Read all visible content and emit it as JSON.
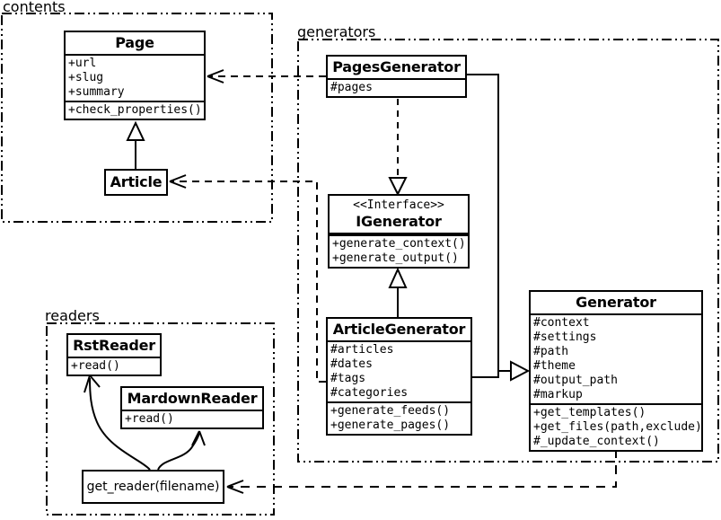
{
  "packages": {
    "contents": {
      "label": "contents"
    },
    "generators": {
      "label": "generators"
    },
    "readers": {
      "label": "readers"
    }
  },
  "classes": {
    "page": {
      "title": "Page",
      "attributes": [
        "+url",
        "+slug",
        "+summary"
      ],
      "methods": [
        "+check_properties()"
      ]
    },
    "article": {
      "title": "Article"
    },
    "pages_generator": {
      "title": "PagesGenerator",
      "attributes": [
        "#pages"
      ]
    },
    "igenerator": {
      "stereotype": "<<Interface>>",
      "title": "IGenerator",
      "methods": [
        "+generate_context()",
        "+generate_output()"
      ]
    },
    "article_generator": {
      "title": "ArticleGenerator",
      "attributes": [
        "#articles",
        "#dates",
        "#tags",
        "#categories"
      ],
      "methods": [
        "+generate_feeds()",
        "+generate_pages()"
      ]
    },
    "generator": {
      "title": "Generator",
      "attributes": [
        "#context",
        "#settings",
        "#path",
        "#theme",
        "#output_path",
        "#markup"
      ],
      "methods": [
        "+get_templates()",
        "+get_files(path,exclude)",
        "#_update_context()"
      ]
    },
    "rst_reader": {
      "title": "RstReader",
      "methods": [
        "+read()"
      ]
    },
    "mardown_reader": {
      "title": "MardownReader",
      "methods": [
        "+read()"
      ]
    },
    "get_reader": {
      "label": "get_reader(filename)"
    }
  },
  "relationships": [
    {
      "type": "inheritance",
      "from": "Article",
      "to": "Page"
    },
    {
      "type": "dependency",
      "from": "PagesGenerator",
      "to": "Page"
    },
    {
      "type": "dependency",
      "from": "ArticleGenerator",
      "to": "Article"
    },
    {
      "type": "realization",
      "from": "PagesGenerator",
      "to": "IGenerator"
    },
    {
      "type": "realization",
      "from": "ArticleGenerator",
      "to": "IGenerator"
    },
    {
      "type": "inheritance",
      "from": "PagesGenerator",
      "to": "Generator"
    },
    {
      "type": "inheritance",
      "from": "ArticleGenerator",
      "to": "Generator"
    },
    {
      "type": "dependency",
      "from": "Generator",
      "to": "get_reader(filename)"
    },
    {
      "type": "association",
      "from": "get_reader(filename)",
      "to": "RstReader"
    },
    {
      "type": "association",
      "from": "get_reader(filename)",
      "to": "MardownReader"
    }
  ],
  "colors": {
    "stroke": "#000000",
    "background": "#ffffff"
  }
}
